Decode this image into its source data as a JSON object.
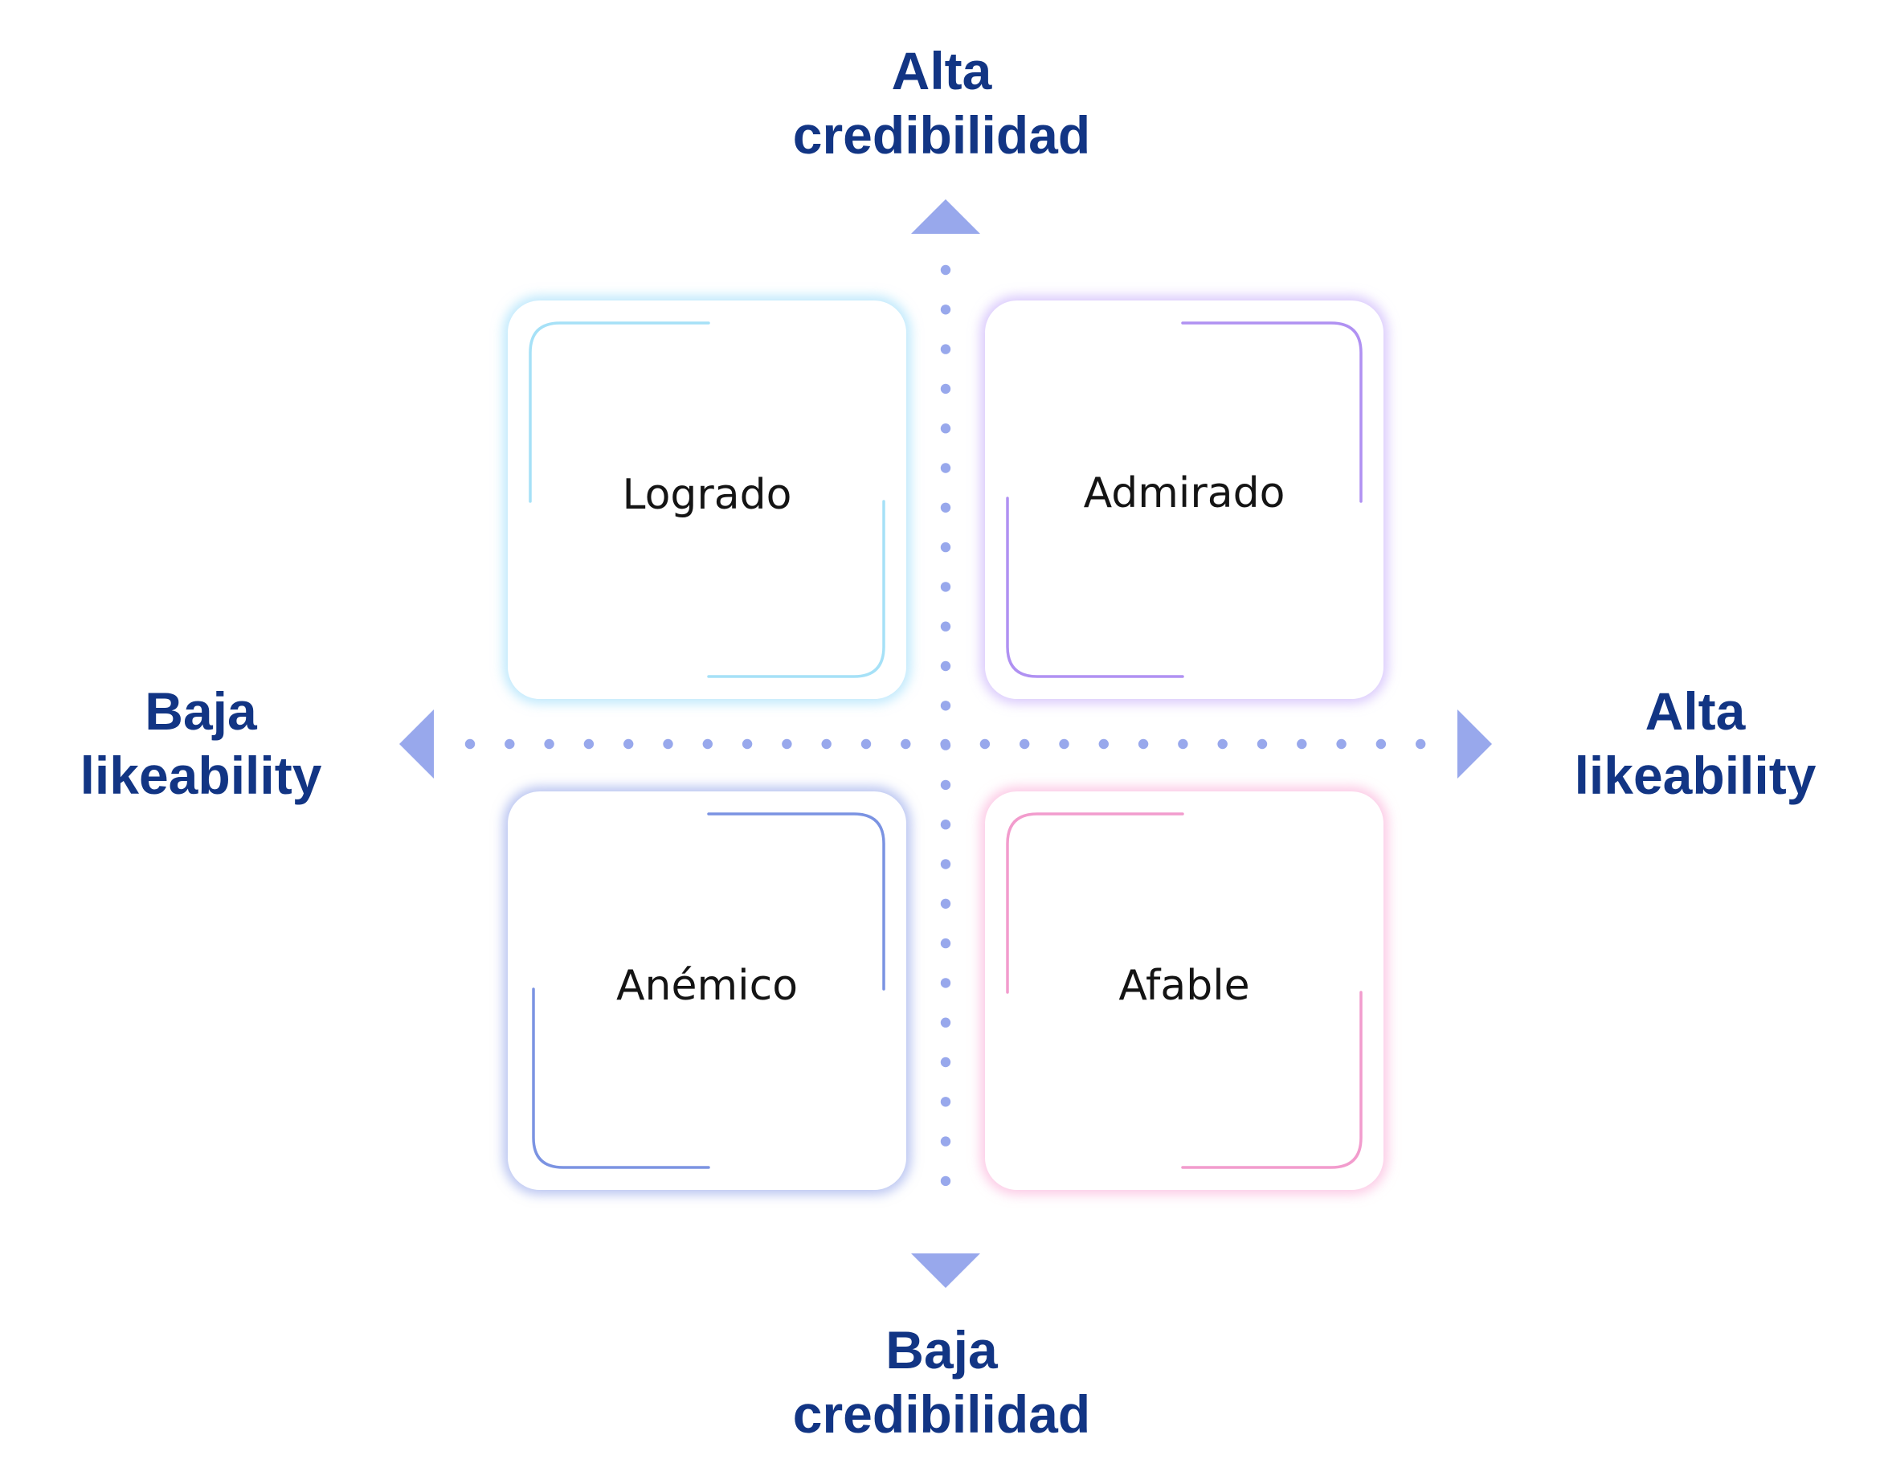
{
  "axes": {
    "top": {
      "line1": "Alta",
      "line2": "credibilidad"
    },
    "bottom": {
      "line1": "Baja",
      "line2": "credibilidad"
    },
    "left": {
      "line1": "Baja",
      "line2": "likeability"
    },
    "right": {
      "line1": "Alta",
      "line2": "likeability"
    }
  },
  "quadrants": {
    "top_left": {
      "label": "Logrado",
      "accent": "#a6e1f7"
    },
    "top_right": {
      "label": "Admirado",
      "accent": "#b091f2"
    },
    "bottom_left": {
      "label": "Anémico",
      "accent": "#7b93e2"
    },
    "bottom_right": {
      "label": "Afable",
      "accent": "#f29ccd"
    }
  },
  "colors": {
    "axis_label": "#123584",
    "axis_dots": "#98a8ec",
    "arrow": "#98a8ec"
  }
}
